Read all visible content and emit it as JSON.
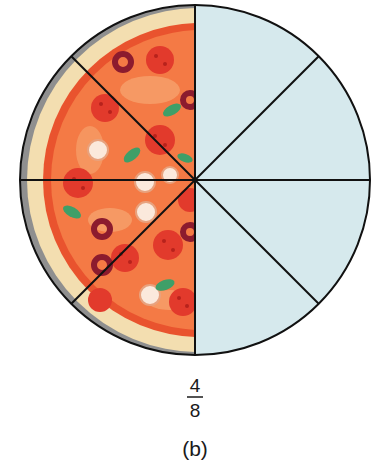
{
  "diagram": {
    "caption": "(b)",
    "labels": [
      "4",
      "8"
    ]
  }
}
